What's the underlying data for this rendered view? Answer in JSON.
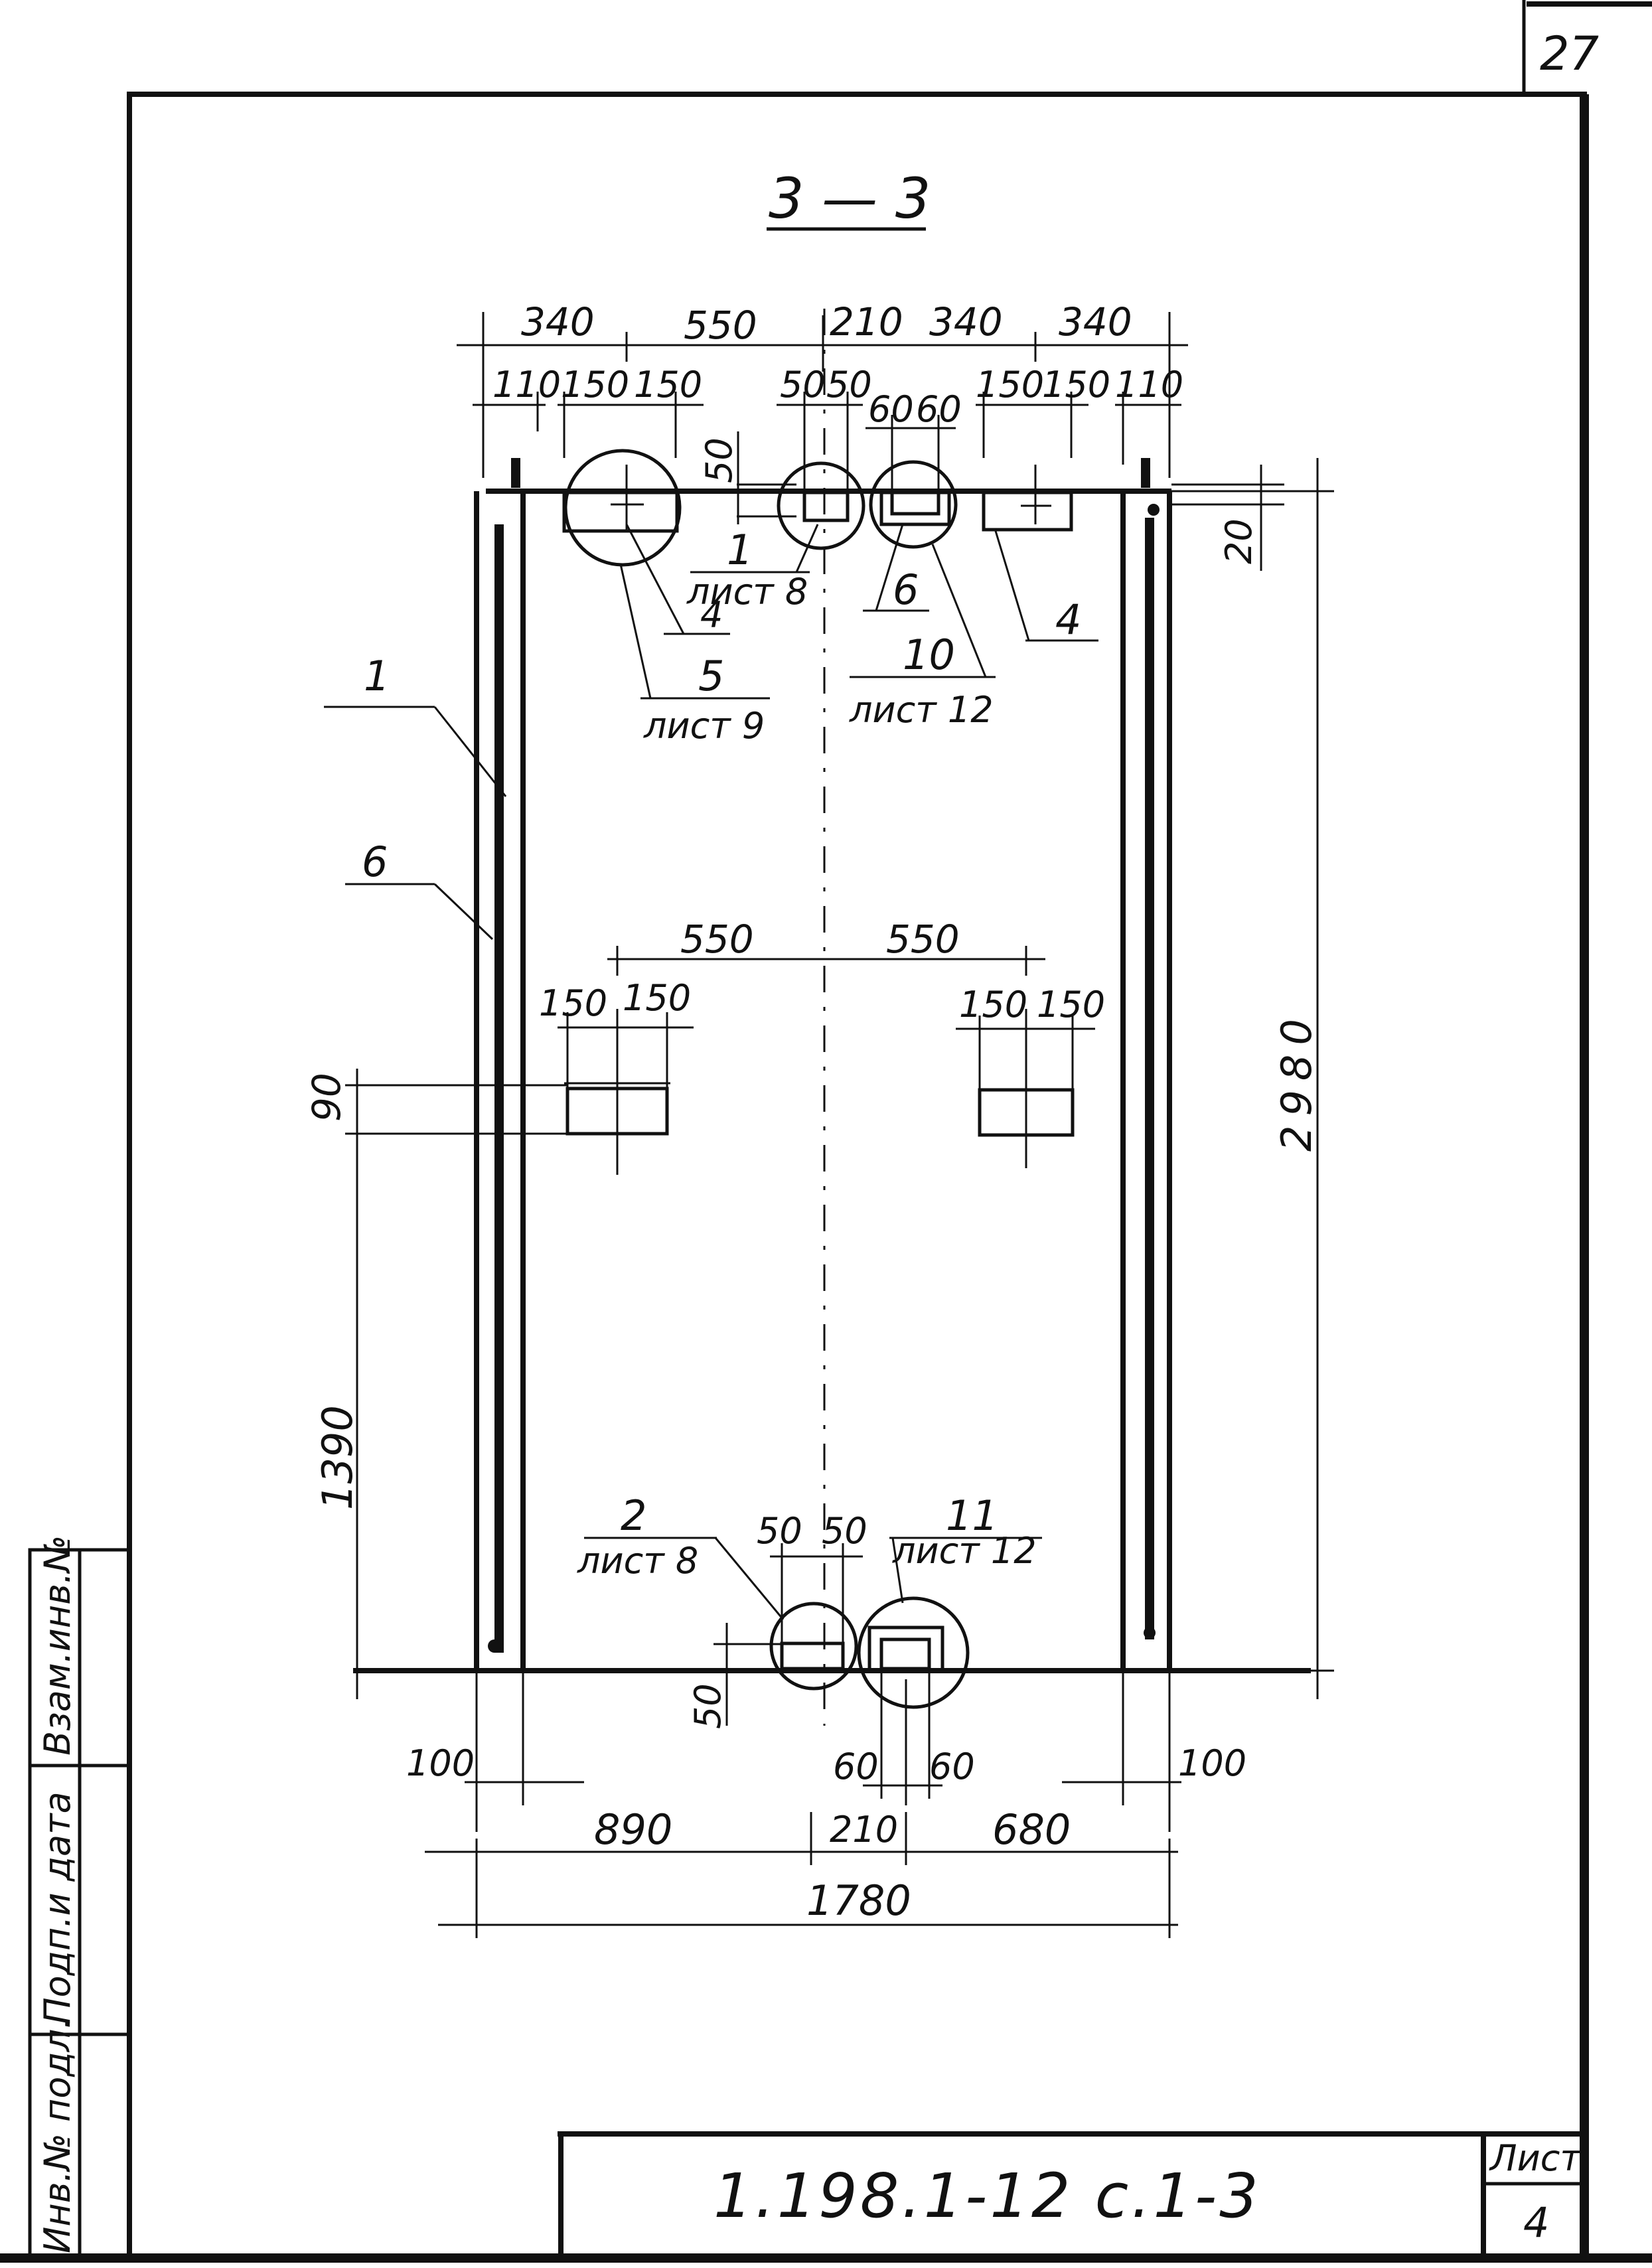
{
  "page_number": "27",
  "section_title": "3 — 3",
  "dimensions": {
    "top_row1": [
      "340",
      "550",
      "210",
      "340",
      "340"
    ],
    "top_row2": [
      "110",
      "150",
      "150",
      "50",
      "50",
      "60",
      "60",
      "150",
      "150",
      "110"
    ],
    "vertical_top_left": "50",
    "vertical_top_right": "20",
    "mid_row1": [
      "550",
      "550"
    ],
    "mid_left": [
      "150",
      "150"
    ],
    "mid_right": [
      "150",
      "150"
    ],
    "opening_height": "90",
    "overall_height": "2980",
    "lower_height": "1390",
    "bottom_near": [
      "50",
      "50"
    ],
    "bottom_vertical": "50",
    "bottom_row1": [
      "100",
      "60",
      "60",
      "100"
    ],
    "bottom_row2": [
      "890",
      "210",
      "680"
    ],
    "bottom_total": "1780"
  },
  "callouts": {
    "c1": "1",
    "c1_sheet": "лист 8",
    "c4_left": "4",
    "c5": "5",
    "c5_sheet": "лист 9",
    "c6_top": "6",
    "c10": "10",
    "c10_sheet": "лист 12",
    "c4_right": "4",
    "c1_side": "1",
    "c6_side": "6",
    "c2": "2",
    "c2_sheet": "лист 8",
    "c11": "11",
    "c11_sheet": "лист 12"
  },
  "side_stamp": [
    "Инв.№ подл.",
    "Подп.и дата",
    "Взам.инв.№"
  ],
  "title_block": {
    "designation": "1.198.1-12 с.1-3",
    "sheet_label": "Лист",
    "sheet_number": "4"
  }
}
